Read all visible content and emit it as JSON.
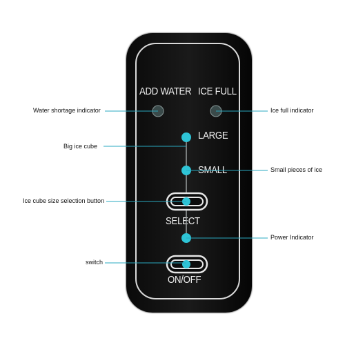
{
  "panel": {
    "add_water": "ADD WATER",
    "ice_full": "ICE FULL",
    "large": "LARGE",
    "small": "SMALL",
    "select": "SELECT",
    "on_off": "ON/OFF"
  },
  "callouts": {
    "water_shortage": "Water shortage indicator",
    "ice_full": "Ice full indicator",
    "big_ice": "Big ice cube",
    "small_ice": "Small pieces of ice",
    "size_select": "Ice cube size selection button",
    "power": "Power Indicator",
    "switch": "switch"
  },
  "colors": {
    "led": "#2ec4d6",
    "led_dim": "#3a4a4a",
    "leader_line": "#2aa9c0",
    "panel_border": "#d9d9d9"
  }
}
